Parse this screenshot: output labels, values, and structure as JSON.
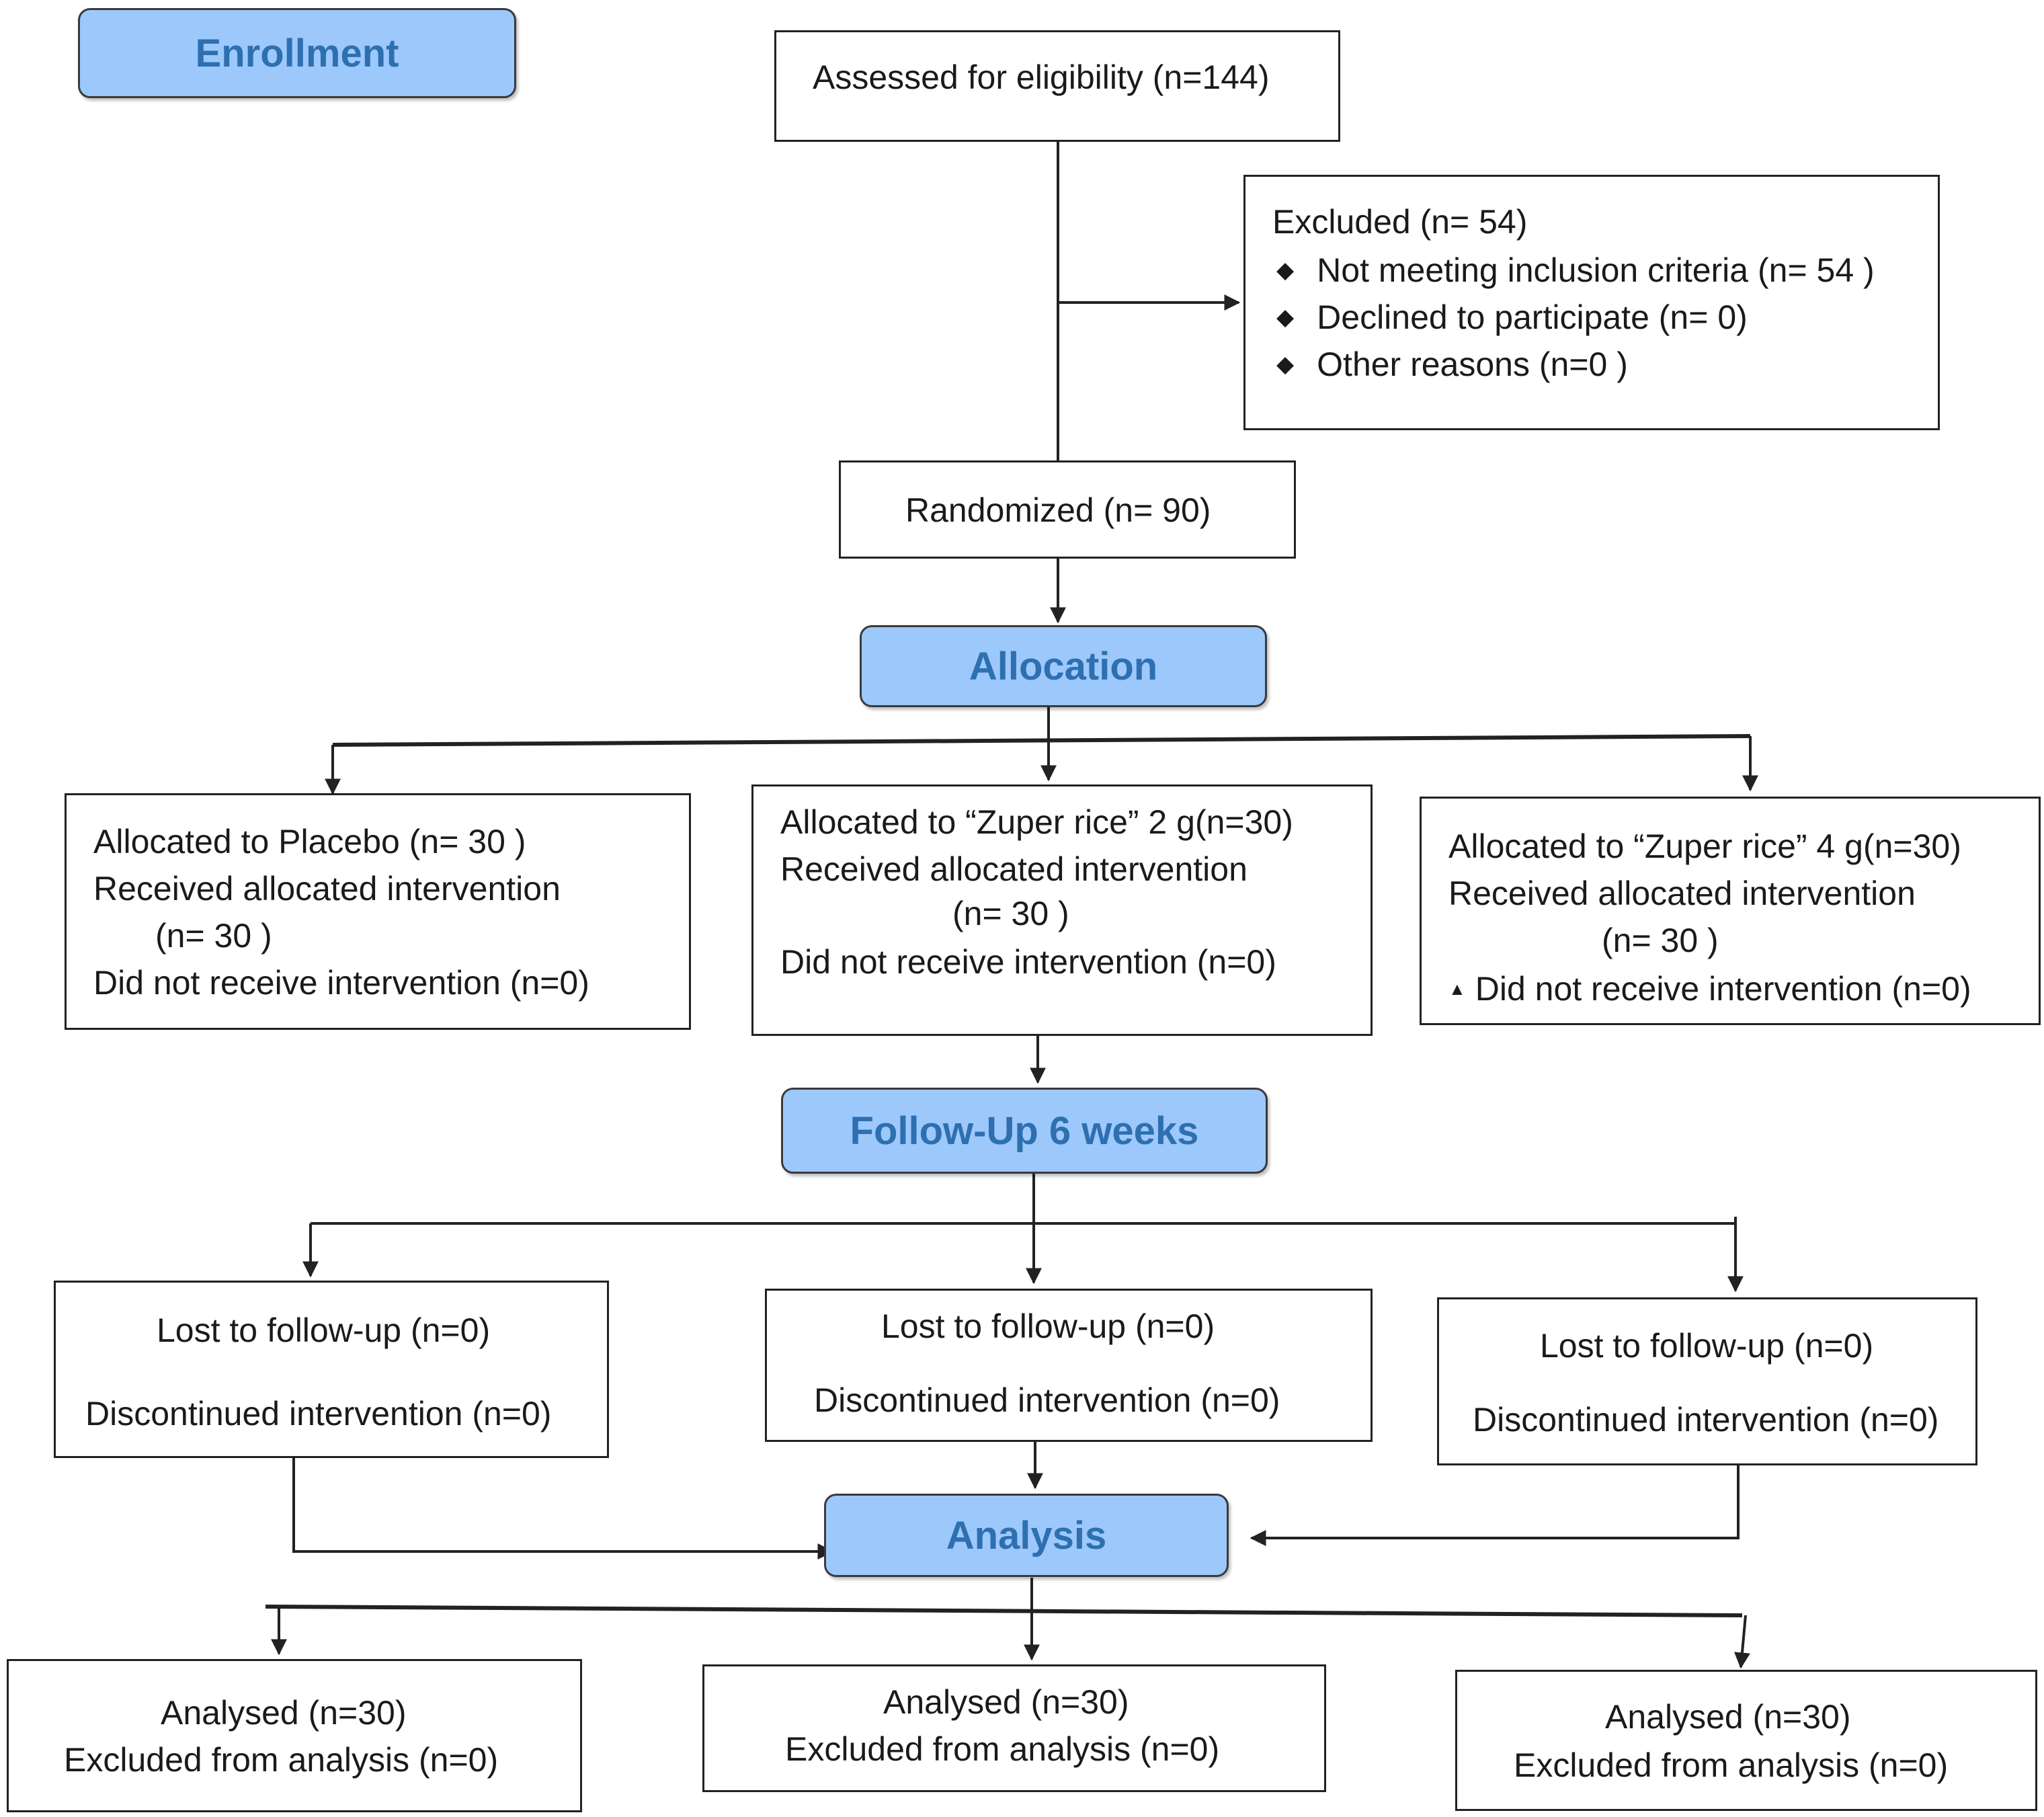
{
  "stages": {
    "enrollment": "Enrollment",
    "allocation": "Allocation",
    "followup": "Follow-Up 6 weeks",
    "analysis": "Analysis"
  },
  "assessed": "Assessed for eligibility (n=144)",
  "excluded": {
    "title": "Excluded  (n= 54)",
    "items": [
      "Not meeting inclusion criteria (n= 54 )",
      "Declined to participate (n=  0)",
      "Other reasons (n=0   )"
    ]
  },
  "randomized": "Randomized (n= 90)",
  "arms": [
    {
      "allocated": "Allocated to Placebo (n= 30 )",
      "received": "Received allocated intervention",
      "received_n": "(n= 30 )",
      "not_received": "Did not receive intervention (n=0)",
      "lost": "Lost to follow-up (n=0)",
      "discontinued": "Discontinued intervention (n=0)",
      "analysed": "Analysed  (n=30)",
      "excluded_analysis": "Excluded from analysis (n=0)"
    },
    {
      "allocated": "Allocated to “Zuper rice” 2 g(n=30)",
      "received": "Received allocated intervention",
      "received_n": "(n= 30 )",
      "not_received": "Did not receive intervention (n=0)",
      "lost": "Lost to follow-up  (n=0)",
      "discontinued": "Discontinued intervention (n=0)",
      "analysed": "Analysed  (n=30)",
      "excluded_analysis": "Excluded from analysis (n=0)"
    },
    {
      "allocated": "Allocated to “Zuper rice” 4 g(n=30)",
      "received": "Received allocated intervention",
      "received_n": "(n= 30 )",
      "not_received": "Did not receive intervention (n=0)",
      "lost": "Lost to follow-up  (n=0)",
      "discontinued": "Discontinued intervention (n=0)",
      "analysed": "Analysed  (n=30)",
      "excluded_analysis": "Excluded from analysis (n=0)"
    }
  ],
  "colors": {
    "stage_fill": "#9dc8fb",
    "stage_text": "#2e6fb0",
    "line": "#222222"
  }
}
